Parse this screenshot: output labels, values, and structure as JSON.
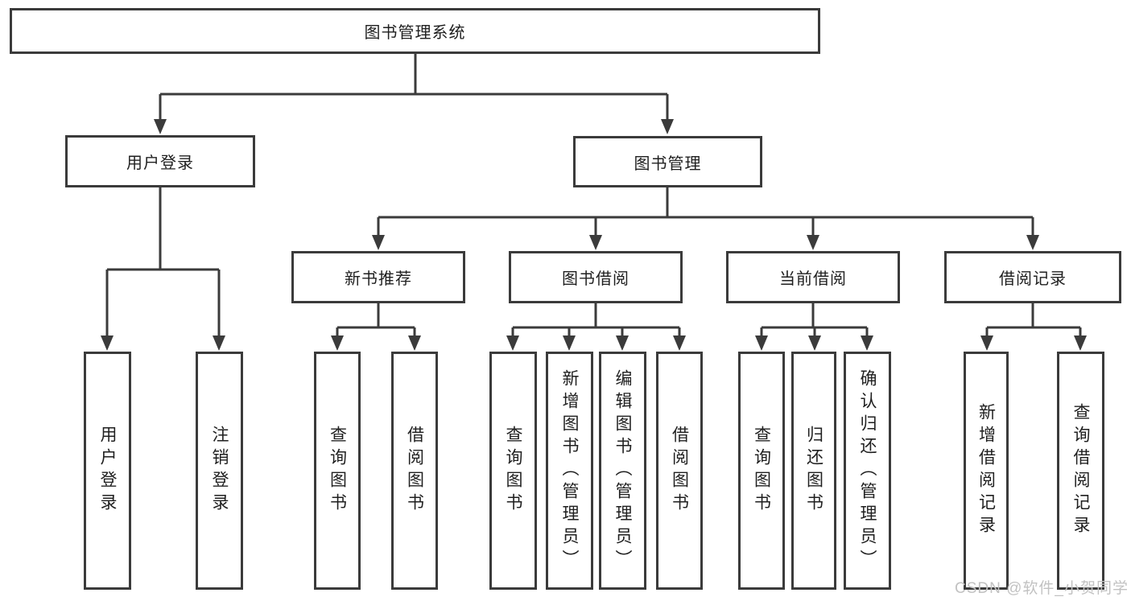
{
  "diagram": {
    "tree": {
      "label": "图书管理系统",
      "children": [
        {
          "label": "用户登录",
          "children": [
            {
              "label": "用户登录"
            },
            {
              "label": "注销登录"
            }
          ]
        },
        {
          "label": "图书管理",
          "children": [
            {
              "label": "新书推荐",
              "children": [
                {
                  "label": "查询图书"
                },
                {
                  "label": "借阅图书"
                }
              ]
            },
            {
              "label": "图书借阅",
              "children": [
                {
                  "label": "查询图书"
                },
                {
                  "label": "新增图书（管理员）"
                },
                {
                  "label": "编辑图书（管理员）"
                },
                {
                  "label": "借阅图书"
                }
              ]
            },
            {
              "label": "当前借阅",
              "children": [
                {
                  "label": "查询图书"
                },
                {
                  "label": "归还图书"
                },
                {
                  "label": "确认归还（管理员）"
                }
              ]
            },
            {
              "label": "借阅记录",
              "children": [
                {
                  "label": "新增借阅记录"
                },
                {
                  "label": "查询借阅记录"
                }
              ]
            }
          ]
        }
      ]
    },
    "watermark": "CSDN @软件_小贺同学",
    "colors": {
      "line": "#3b3b3b",
      "text": "#1f1f1f",
      "watermark": "#c2c2c2",
      "background": "#ffffff"
    }
  }
}
